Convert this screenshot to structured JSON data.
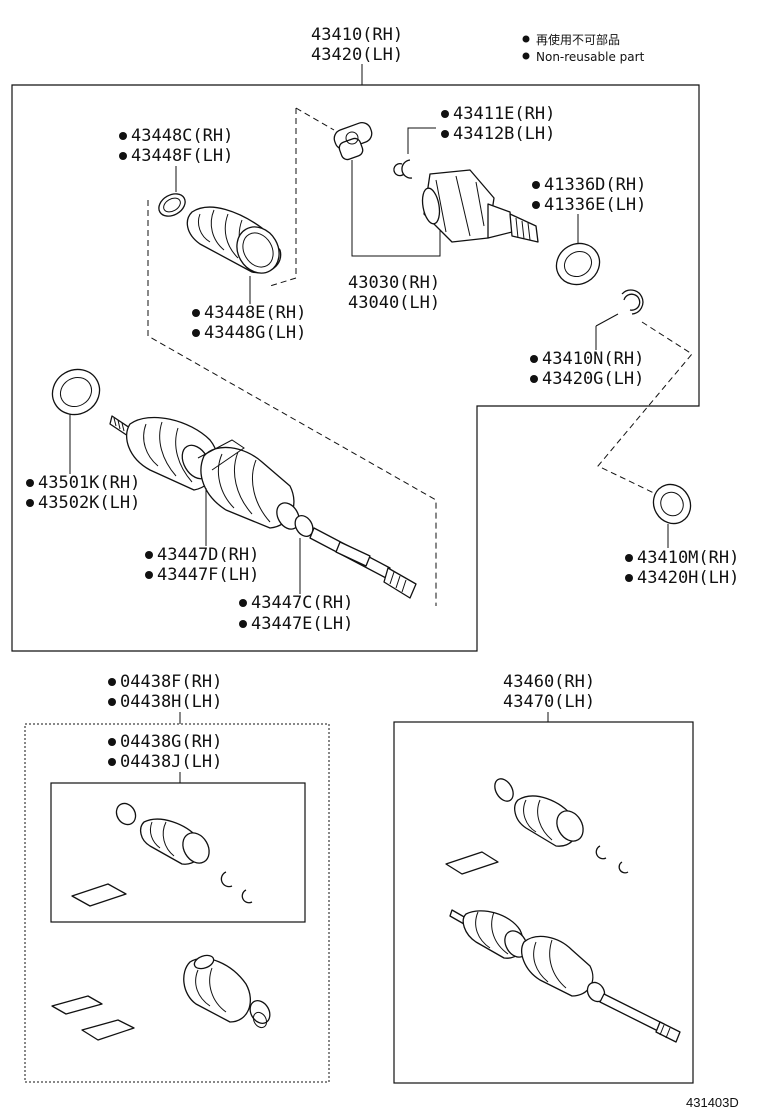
{
  "legend": {
    "text_jp": "再使用不可部品",
    "text_en": "Non-reusable part",
    "dot_color": "#111111"
  },
  "figure_number": "431403D",
  "labels": {
    "assembly_rh": "43410(RH)",
    "assembly_lh": "43420(LH)",
    "outer_boot_clamp_rh": "43448C(RH)",
    "outer_boot_clamp_lh": "43448F(LH)",
    "inner_boot_clamp_rh": "43448E(RH)",
    "inner_boot_clamp_lh": "43448G(LH)",
    "snap_ring_rh": "43411E(RH)",
    "snap_ring_lh": "43412B(LH)",
    "inner_joint_rh": "43030(RH)",
    "inner_joint_lh": "43040(LH)",
    "dust_seal_rh": "41336D(RH)",
    "dust_seal_lh": "41336E(LH)",
    "hole_snap_ring_rh": "43410N(RH)",
    "hole_snap_ring_lh": "43420G(LH)",
    "dust_deflector_rh": "43501K(RH)",
    "dust_deflector_lh": "43502K(LH)",
    "boot_rh": "43447D(RH)",
    "boot_lh": "43447F(LH)",
    "boot_clamp_rh": "43447C(RH)",
    "boot_clamp_lh": "43447E(LH)",
    "bearing_rh": "43410M(RH)",
    "bearing_lh": "43420H(LH)",
    "outer_kit_rh": "04438F(RH)",
    "outer_kit_lh": "04438H(LH)",
    "inner_kit_rh": "04438G(RH)",
    "inner_kit_lh": "04438J(LH)",
    "shaft_sub_rh": "43460(RH)",
    "shaft_sub_lh": "43470(LH)"
  }
}
